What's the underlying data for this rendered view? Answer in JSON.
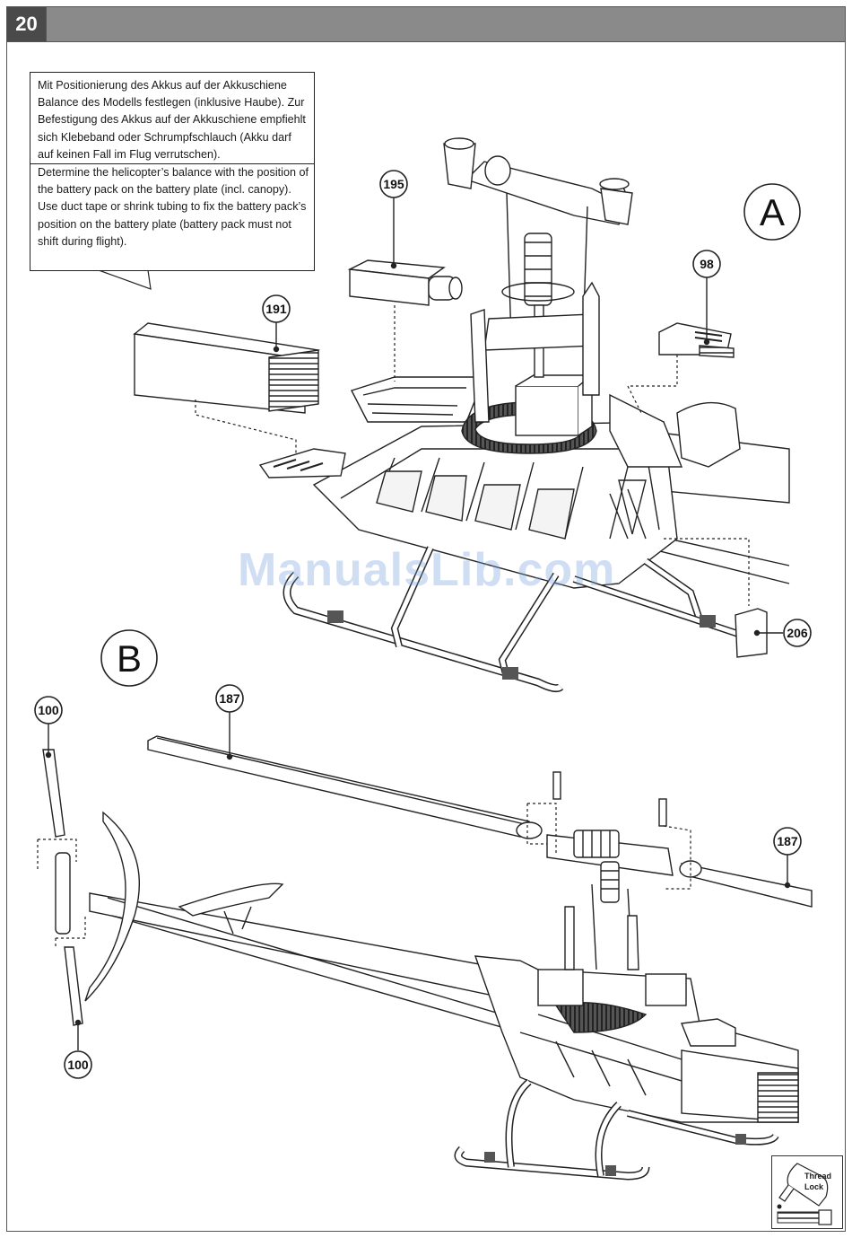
{
  "page": {
    "number": "20"
  },
  "callout": {
    "german": "Mit Positionierung des Akkus auf der Akkuschiene Balance des Modells festlegen (inklusive Haube). Zur Befestigung des Akkus auf der Akkuschiene empfiehlt sich Klebeband oder Schrumpfschlauch (Akku darf auf keinen Fall im Flug verrutschen).",
    "english": "Determine the helicopter’s balance with the position of the battery pack on the battery plate (incl. canopy). Use duct tape or shrink tubing to fix the battery pack’s position on the battery plate (battery pack must not shift during flight)."
  },
  "steps": {
    "a": "A",
    "b": "B"
  },
  "parts": {
    "p195": "195",
    "p191": "191",
    "p98": "98",
    "p206": "206",
    "p187_main": "187",
    "p187_right": "187",
    "p100_top": "100",
    "p100_bottom": "100"
  },
  "watermark": "ManualsLib.com",
  "threadlock": {
    "line1": "Thread",
    "line2": "Lock"
  }
}
